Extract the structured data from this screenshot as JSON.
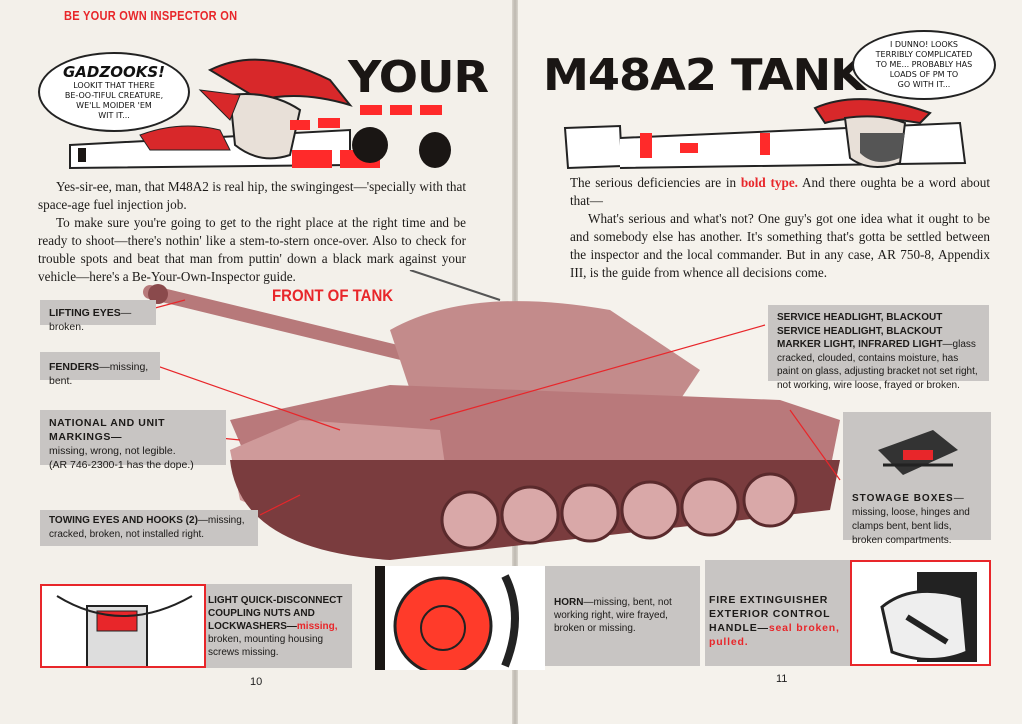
{
  "left_page": {
    "kicker": "BE YOUR OWN INSPECTOR ON",
    "headline": "YOUR",
    "bubble": {
      "exclaim": "GADZOOKS!",
      "lines": [
        "LOOKIT THAT THERE",
        "BE-OO-TIFUL CREATURE,",
        "WE'LL MOIDER 'EM",
        "WIT IT..."
      ]
    },
    "paragraphs": [
      "Yes-sir-ee, man, that M48A2 is real hip, the swingingest—'specially with that space-age fuel injection job.",
      "To make sure you're going to get to the right place at the right time and be ready to shoot—there's nothin' like a stem-to-stern once-over. Also to check for trouble spots and beat that man from puttin' down a black mark against your vehicle—here's a Be-Your-Own-Inspector guide."
    ],
    "diagram_title": "FRONT OF TANK",
    "callouts": {
      "lifting": {
        "head": "LIFTING EYES",
        "body": "—broken."
      },
      "fenders": {
        "head": "FENDERS",
        "body": "—missing, bent."
      },
      "markings": {
        "head": "NATIONAL AND UNIT MARKINGS—",
        "body": "missing, wrong, not legible.",
        "note": "(AR 746-2300-1 has the dope.)"
      },
      "towing": {
        "head": "TOWING EYES AND HOOKS (2)",
        "body": "—missing, cracked, broken, not installed right."
      },
      "coupling": {
        "head": "LIGHT QUICK-DISCONNECT COUPLING NUTS AND LOCKWASHERS—",
        "serious": "missing,",
        "body": " broken, mounting housing screws missing."
      }
    },
    "page_number": "10"
  },
  "right_page": {
    "headline": "M48A2 TANK",
    "bubble": {
      "lines": [
        "I DUNNO! LOOKS",
        "TERRIBLY COMPLICATED",
        "TO ME... PROBABLY HAS",
        "LOADS OF PM TO",
        "GO WITH IT..."
      ]
    },
    "intro_start": "The serious deficiencies are in ",
    "intro_red": "bold type.",
    "intro_end": " And there oughta be a word about that—",
    "paragraph": "What's serious and what's not? One guy's got one idea what it ought to be and somebody else has another. It's something that's gotta be settled between the inspector and the local commander. But in any case, AR 750-8, Appendix III, is the guide from whence all decisions come.",
    "callouts": {
      "headlight": {
        "head": "SERVICE HEADLIGHT, BLACKOUT SERVICE HEADLIGHT, BLACKOUT MARKER LIGHT, INFRARED LIGHT",
        "body": "—glass cracked, clouded, contains moisture, has paint on glass, adjusting bracket not set right, not working, wire loose, frayed or broken."
      },
      "stowage": {
        "head": "STOWAGE BOXES",
        "body": "—missing, loose, hinges and clamps bent, bent lids, broken compartments."
      },
      "horn": {
        "head": "HORN",
        "body": "—missing, bent, not working right, wire frayed, broken or missing."
      },
      "fire": {
        "head": "FIRE EXTINGUISHER EXTERIOR CONTROL HANDLE—",
        "serious": "seal broken, pulled."
      }
    },
    "page_number": "11"
  },
  "colors": {
    "accent_red": "#e8262a",
    "callout_gray": "#c8c5c3",
    "paper": "#f3f0ea"
  }
}
